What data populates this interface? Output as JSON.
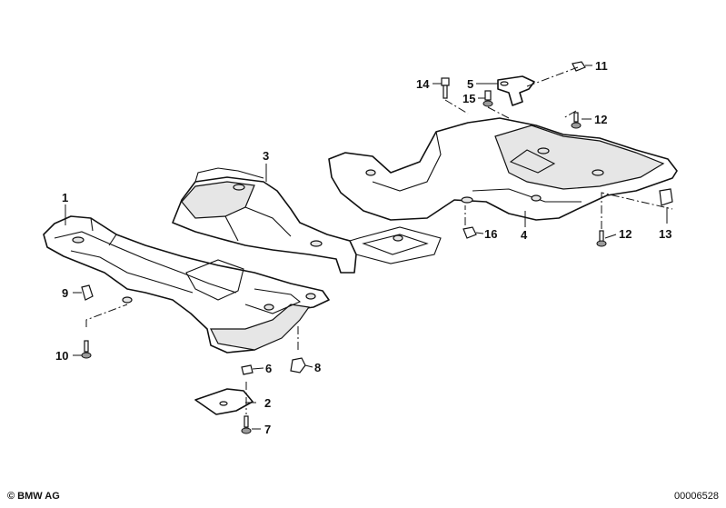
{
  "callouts": {
    "c1": "1",
    "c2": "2",
    "c3": "3",
    "c4": "4",
    "c5": "5",
    "c6": "6",
    "c7": "7",
    "c8": "8",
    "c9": "9",
    "c10": "10",
    "c11": "11",
    "c12a": "12",
    "c12b": "12",
    "c13": "13",
    "c14": "14",
    "c15": "15",
    "c16": "16"
  },
  "footer": {
    "copyright": "© BMW AG",
    "catalog_number": "00006528"
  }
}
